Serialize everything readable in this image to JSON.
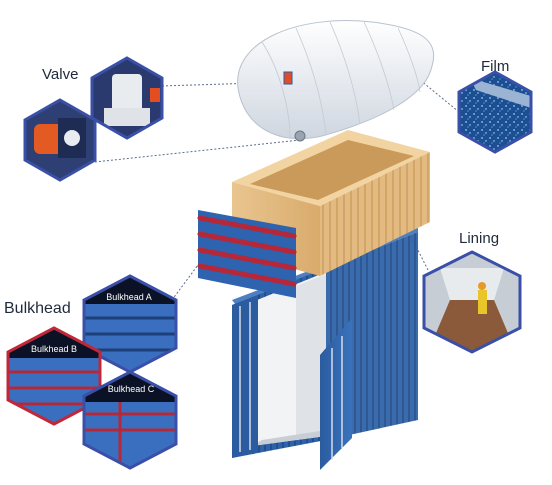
{
  "labels": {
    "valve": "Valve",
    "film": "Film",
    "lining": "Lining",
    "bulkhead": "Bulkhead",
    "bulkhead_a": "Bulkhead A",
    "bulkhead_b": "Bulkhead B",
    "bulkhead_c": "Bulkhead C"
  },
  "colors": {
    "hex_border": "#3a4fa8",
    "hex_border_red": "#c0283a",
    "container_blue": "#2f62a8",
    "carton": "#e8c08a",
    "film_blue": "#1b4f93",
    "bulkhead_red": "#b5283a",
    "leader_line": "#5a6f8a"
  }
}
